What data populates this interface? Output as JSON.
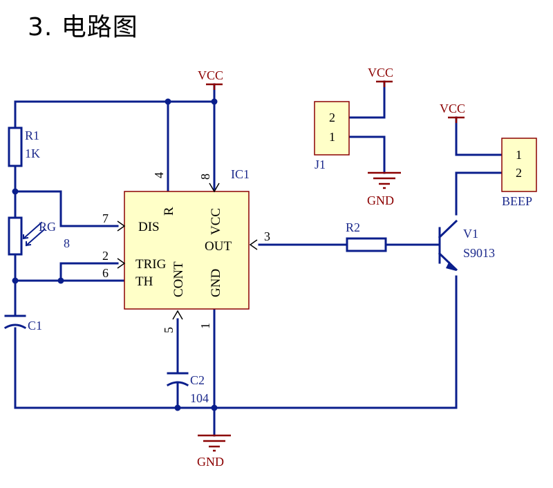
{
  "title": "3. 电路图",
  "power": {
    "vcc_label": "VCC",
    "gnd_label": "GND"
  },
  "components": {
    "r1": {
      "ref": "R1",
      "value": "1K"
    },
    "rg": {
      "ref": "RG",
      "value": "8"
    },
    "c1": {
      "ref": "C1"
    },
    "c2": {
      "ref": "C2",
      "value": "104"
    },
    "r2": {
      "ref": "R2"
    },
    "ic1": {
      "ref": "IC1",
      "pins": {
        "dis": "DIS",
        "trig": "TRIG",
        "th": "TH",
        "r": "R",
        "vcc": "VCC",
        "out": "OUT",
        "cont": "CONT",
        "gnd": "GND"
      },
      "pin_numbers": {
        "p1": "1",
        "p2": "2",
        "p3": "3",
        "p4": "4",
        "p5": "5",
        "p6": "6",
        "p7": "7",
        "p8": "8"
      }
    },
    "v1": {
      "ref": "V1",
      "value": "S9013"
    },
    "j1": {
      "ref": "J1",
      "pin_top": "2",
      "pin_bottom": "1"
    },
    "beep": {
      "ref": "BEEP",
      "pin_top": "1",
      "pin_bottom": "2"
    }
  },
  "colors": {
    "wire": "#0a1e8c",
    "power": "#8b0000",
    "ic_fill": "#ffffc8",
    "connector_fill": "#ffffc8"
  }
}
